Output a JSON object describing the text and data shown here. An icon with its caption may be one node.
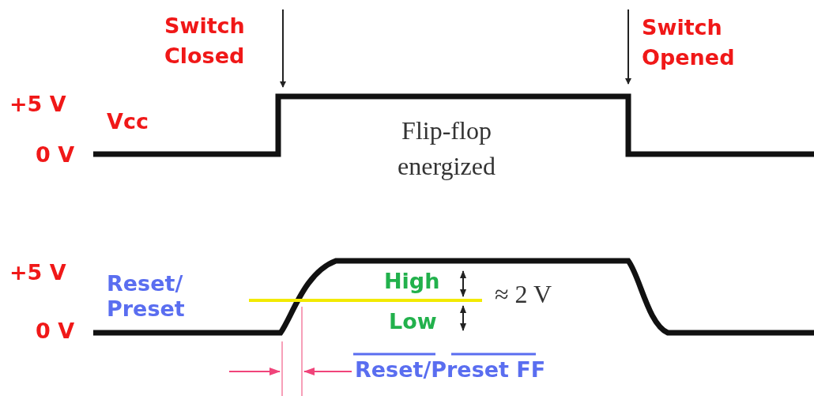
{
  "diagram": {
    "labels": [
      "Switch Closed",
      "Switch Opened",
      "+5 V",
      "Vcc",
      "0 V",
      "Flip-flop energized",
      "+5 V",
      "Reset/ Preset",
      "High",
      "≈ 2 V",
      "Low",
      "0 V",
      "Reset/Preset FF"
    ]
  }
}
